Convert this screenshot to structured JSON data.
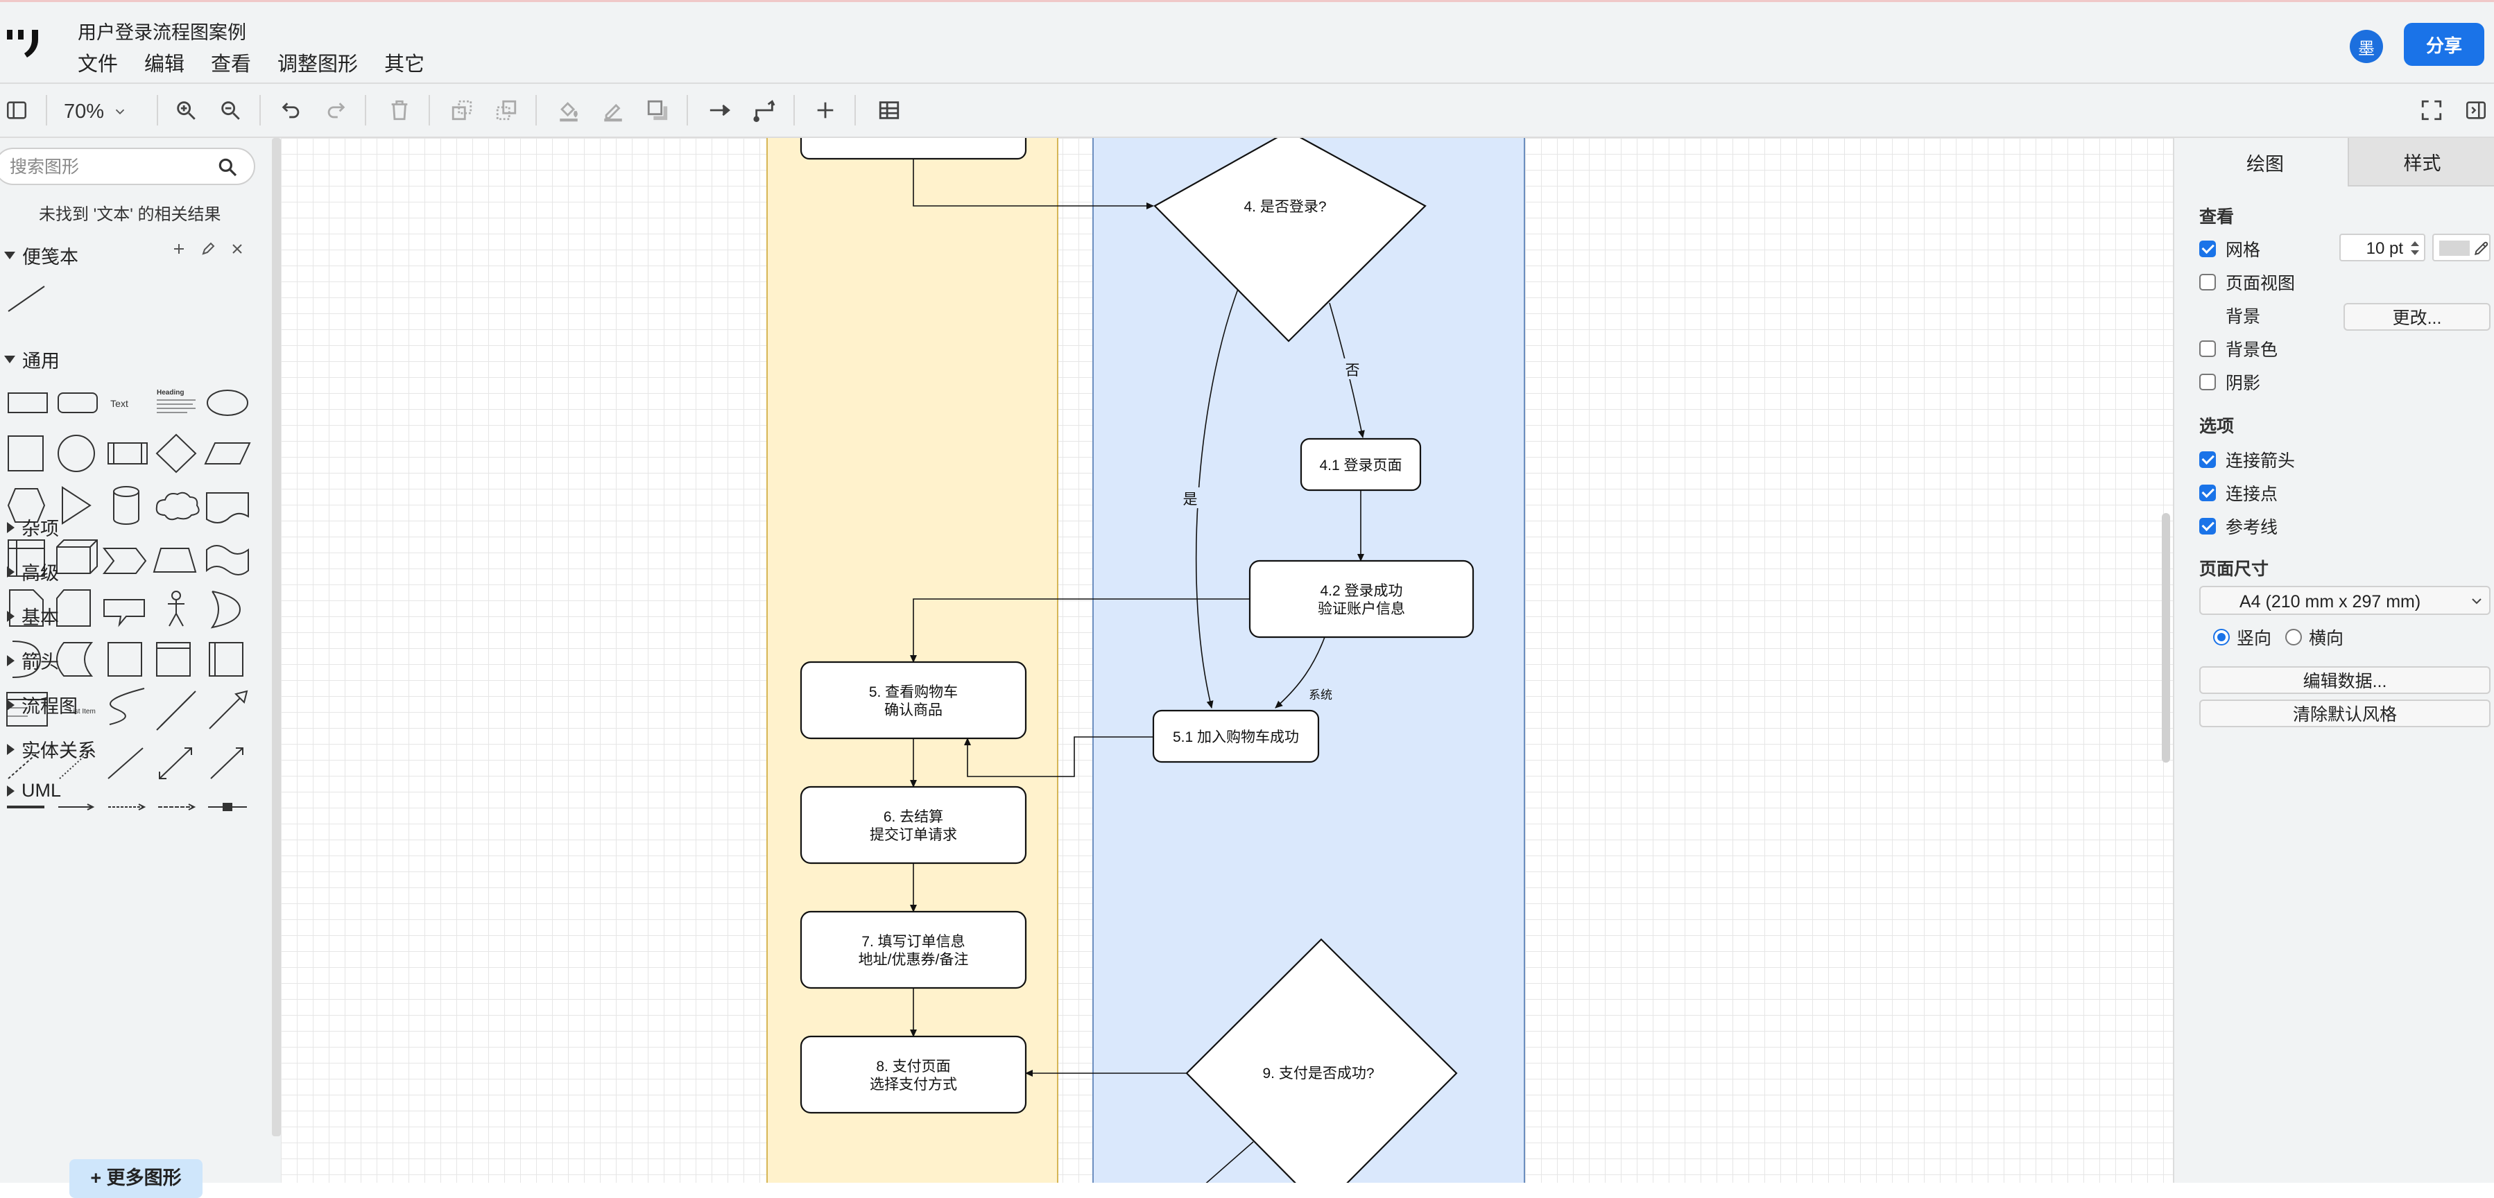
{
  "app": {
    "doc_title": "用户登录流程图案例",
    "menu": [
      "文件",
      "编辑",
      "查看",
      "调整图形",
      "其它"
    ],
    "avatar_text": "墨",
    "share_label": "分享",
    "accent": "#1a73e8"
  },
  "toolbar": {
    "zoom": "70%",
    "icons": [
      "sidebar-toggle-icon",
      "zoom-in-icon",
      "zoom-out-icon",
      "undo-icon",
      "redo-icon",
      "delete-icon",
      "to-front-icon",
      "to-back-icon",
      "fill-color-icon",
      "line-color-icon",
      "shadow-icon",
      "connector-icon",
      "waypoint-icon",
      "insert-icon",
      "table-icon",
      "fullscreen-icon",
      "format-panel-icon"
    ]
  },
  "sidebar": {
    "search_placeholder": "搜索图形",
    "no_result": "未找到 '文本' 的相关结果",
    "scratchpad": "便笺本",
    "general": "通用",
    "shape_text_label": "Text",
    "shape_heading_label": "Heading",
    "shape_list_label": "List Item",
    "sections": [
      "杂项",
      "高级",
      "基本",
      "箭头",
      "流程图",
      "实体关系",
      "UML"
    ],
    "more_shapes": "+ 更多图形"
  },
  "diagram": {
    "lane_colors": {
      "yellow": "#fff2cc",
      "yellow_border": "#d6b656",
      "blue": "#dae8fc",
      "blue_border": "#6c8ebf"
    },
    "nodes": {
      "n4": "4. 是否登录?",
      "n41": "4.1 登录页面",
      "n42a": "4.2 登录成功",
      "n42b": "验证账户信息",
      "n5a": "5. 查看购物车",
      "n5b": "确认商品",
      "n51": "5.1 加入购物车成功",
      "n6a": "6. 去结算",
      "n6b": "提交订单请求",
      "n7a": "7. 填写订单信息",
      "n7b": "地址/优惠券/备注",
      "n8a": "8. 支付页面",
      "n8b": "选择支付方式",
      "n9": "9. 支付是否成功?"
    },
    "edge_labels": {
      "no": "否",
      "yes": "是",
      "system": "系统"
    }
  },
  "format_panel": {
    "tab_draw": "绘图",
    "tab_style": "样式",
    "view_heading": "查看",
    "grid": {
      "label": "网格",
      "checked": true,
      "size": "10 pt"
    },
    "page_view": {
      "label": "页面视图",
      "checked": false
    },
    "background_label": "背景",
    "change_button": "更改...",
    "background_color": {
      "label": "背景色",
      "checked": false
    },
    "shadow": {
      "label": "阴影",
      "checked": false
    },
    "options_heading": "选项",
    "connection_arrows": {
      "label": "连接箭头",
      "checked": true
    },
    "connection_points": {
      "label": "连接点",
      "checked": true
    },
    "guides": {
      "label": "参考线",
      "checked": true
    },
    "page_size_heading": "页面尺寸",
    "page_size_value": "A4 (210 mm x 297 mm)",
    "portrait": "竖向",
    "landscape": "横向",
    "edit_data_button": "编辑数据...",
    "clear_style_button": "清除默认风格"
  }
}
